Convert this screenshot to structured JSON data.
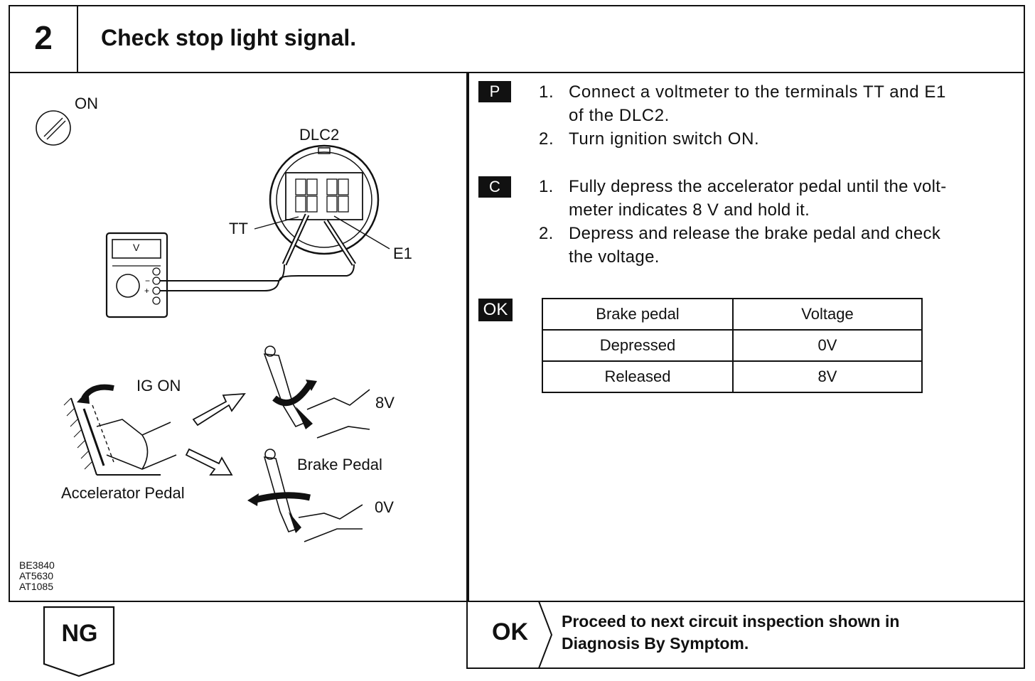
{
  "header": {
    "step_number": "2",
    "title": "Check stop light signal."
  },
  "illustration": {
    "ignition_label": "ON",
    "connector_label": "DLC2",
    "terminal_tt": "TT",
    "terminal_e1": "E1",
    "meter_display": "V",
    "ig_on_label": "IG ON",
    "voltage_high": "8V",
    "brake_pedal_label": "Brake Pedal",
    "voltage_low": "0V",
    "accelerator_label": "Accelerator Pedal",
    "figure_codes": [
      "BE3840",
      "AT5630",
      "AT1085"
    ]
  },
  "procedure": {
    "prep_badge": "P",
    "prep_steps": [
      {
        "num": "1.",
        "lines": [
          "Connect a voltmeter to the terminals TT and E1",
          "of the DLC2."
        ]
      },
      {
        "num": "2.",
        "lines": [
          "Turn ignition switch ON."
        ]
      }
    ],
    "check_badge": "C",
    "check_steps": [
      {
        "num": "1.",
        "lines": [
          "Fully depress the accelerator pedal until the volt-",
          "meter indicates 8 V and hold it."
        ]
      },
      {
        "num": "2.",
        "lines": [
          "Depress and release the brake pedal and check",
          "the voltage."
        ]
      }
    ],
    "ok_badge": "OK",
    "table": {
      "headers": [
        "Brake pedal",
        "Voltage"
      ],
      "rows": [
        [
          "Depressed",
          "0V"
        ],
        [
          "Released",
          "8V"
        ]
      ]
    }
  },
  "results": {
    "ng_label": "NG",
    "ok_label": "OK",
    "ok_text_lines": [
      "Proceed to next circuit inspection shown in",
      "Diagnosis By Symptom."
    ]
  }
}
